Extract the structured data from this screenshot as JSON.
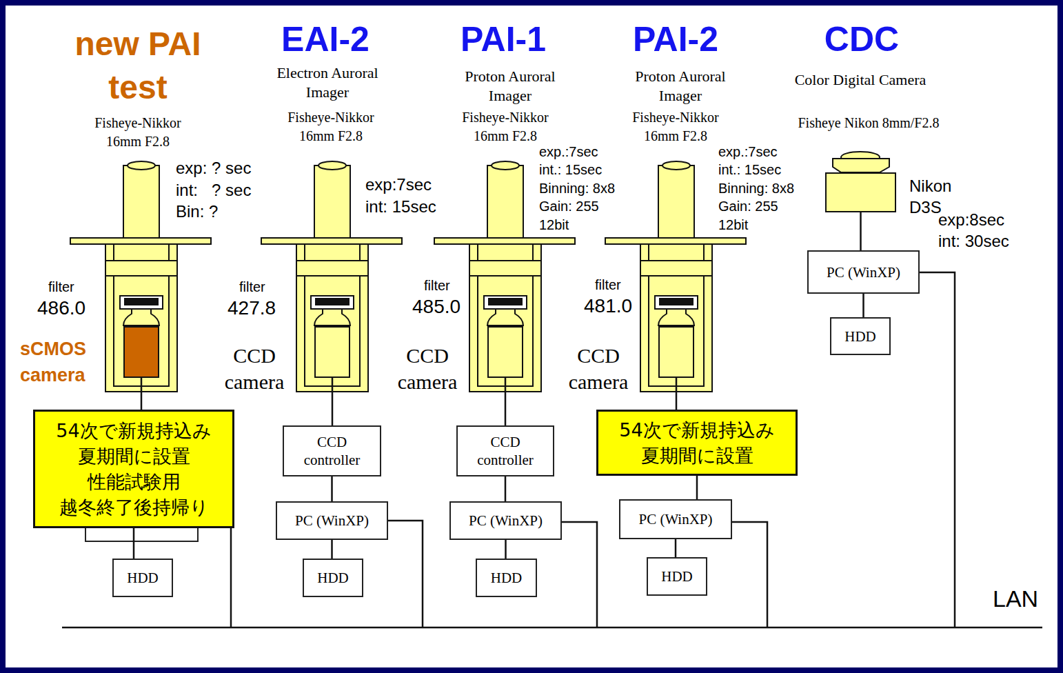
{
  "diagram": {
    "nodes": [
      {
        "text": [
          "sCMOS camera"
        ]
      },
      {
        "text": [
          "54次で新規持込み 夏期間に設置 性能試験用 越冬終了後持帰り"
        ]
      },
      {
        "text": [
          "HDD"
        ]
      },
      {
        "text": [
          "CCD camera"
        ]
      },
      {
        "text": [
          "CCD controller"
        ]
      },
      {
        "text": [
          "PC (WinXP)"
        ]
      },
      {
        "text": [
          "HDD"
        ]
      },
      {
        "text": [
          "CCD camera"
        ]
      },
      {
        "text": [
          "CCD controller"
        ]
      },
      {
        "text": [
          "PC (WinXP)"
        ]
      },
      {
        "text": [
          "HDD"
        ]
      },
      {
        "text": [
          "CCD camera"
        ]
      },
      {
        "text": [
          "54次で新規持込み 夏期間に設置"
        ]
      },
      {
        "text": [
          "PC (WinXP)"
        ]
      },
      {
        "text": [
          "HDD"
        ]
      },
      {
        "text": [
          "Nikon D3S"
        ]
      },
      {
        "text": [
          "PC (WinXP)"
        ]
      },
      {
        "text": [
          "HDD"
        ]
      }
    ],
    "edges": [
      {
        "from": 0,
        "to": 1,
        "arrow": "none"
      },
      {
        "from": 1,
        "to": 2,
        "arrow": "none"
      },
      {
        "from": 3,
        "to": 4,
        "arrow": "none"
      },
      {
        "from": 4,
        "to": 5,
        "arrow": "none"
      },
      {
        "from": 5,
        "to": 6,
        "arrow": "none"
      },
      {
        "from": 7,
        "to": 8,
        "arrow": "none"
      },
      {
        "from": 8,
        "to": 9,
        "arrow": "none"
      },
      {
        "from": 9,
        "to": 10,
        "arrow": "none"
      },
      {
        "from": 11,
        "to": 12,
        "arrow": "none"
      },
      {
        "from": 12,
        "to": 13,
        "arrow": "none"
      },
      {
        "from": 13,
        "to": 14,
        "arrow": "none"
      },
      {
        "from": 15,
        "to": 16,
        "arrow": "none"
      },
      {
        "from": 16,
        "to": 17,
        "arrow": "none"
      }
    ],
    "labels": [
      "new PAI test",
      "EAI-2",
      "Electron Auroral Imager",
      "PAI-1",
      "Proton Auroral Imager",
      "PAI-2",
      "Proton Auroral Imager",
      "CDC",
      "Color Digital Camera",
      "Fisheye-Nikkor 16mm F2.8",
      "Fisheye-Nikkor 16mm F2.8",
      "Fisheye-Nikkor 16mm F2.8",
      "Fisheye-Nikkor 16mm F2.8",
      "Fisheye Nikon 8mm/F2.8",
      "exp: ? sec",
      "int:   ? sec",
      "Bin: ?",
      "exp:7sec",
      "int: 15sec",
      "exp.:7sec",
      "int.: 15sec",
      "Binning: 8x8",
      "Gain: 255",
      "12bit",
      "exp.:7sec",
      "int.: 15sec",
      "Binning: 8x8",
      "Gain: 255",
      "12bit",
      "exp:8sec",
      "int: 30sec",
      "filter",
      "486.0",
      "filter",
      "427.8",
      "filter",
      "485.0",
      "filter",
      "481.0",
      "LAN"
    ]
  }
}
